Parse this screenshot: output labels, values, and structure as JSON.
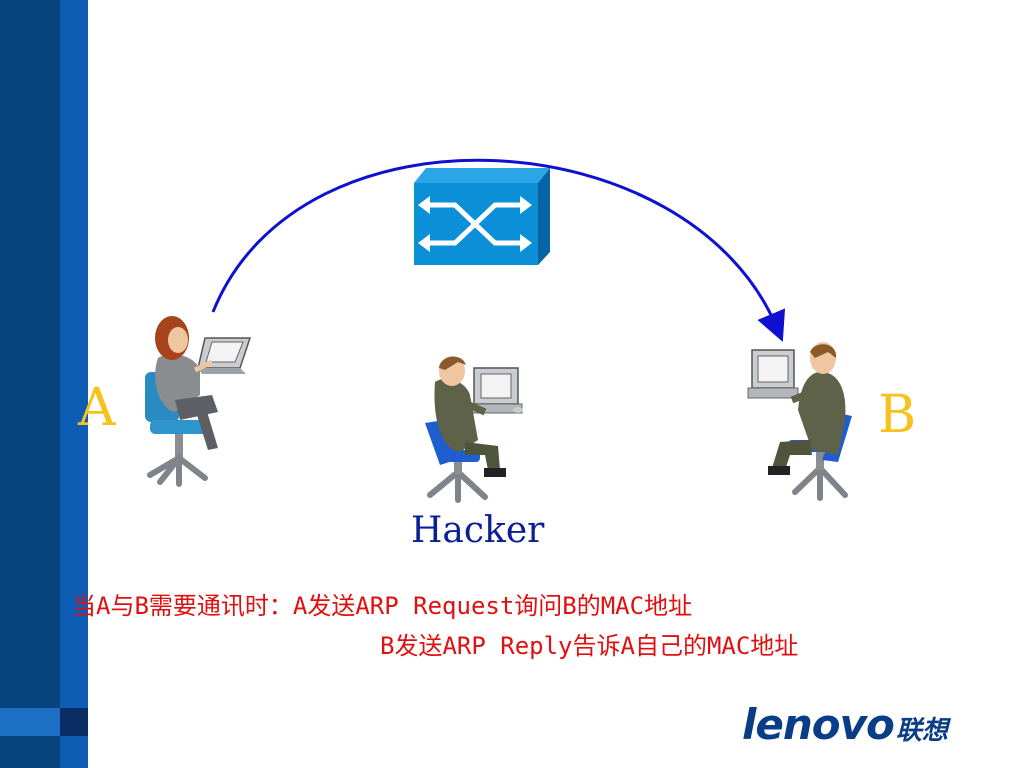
{
  "labels": {
    "a": "A",
    "b": "B",
    "hacker": "Hacker"
  },
  "caption": {
    "line1": "当A与B需要通讯时：A发送ARP Request询问B的MAC地址",
    "line2": "B发送ARP Reply告诉A自己的MAC地址"
  },
  "logo": {
    "en": "lenovo",
    "cn": "联想"
  },
  "colors": {
    "arc": "#1010d0",
    "switch": "#0b8fd6",
    "label": "#f7c21b",
    "caption": "#e01010",
    "hacker": "#0a1e96",
    "sidebar": "#0b56a7"
  },
  "icons": {
    "switch": "network-switch-icon",
    "user_a": "woman-at-laptop-icon",
    "hacker": "man-at-computer-icon",
    "user_b": "man-at-computer-icon"
  }
}
